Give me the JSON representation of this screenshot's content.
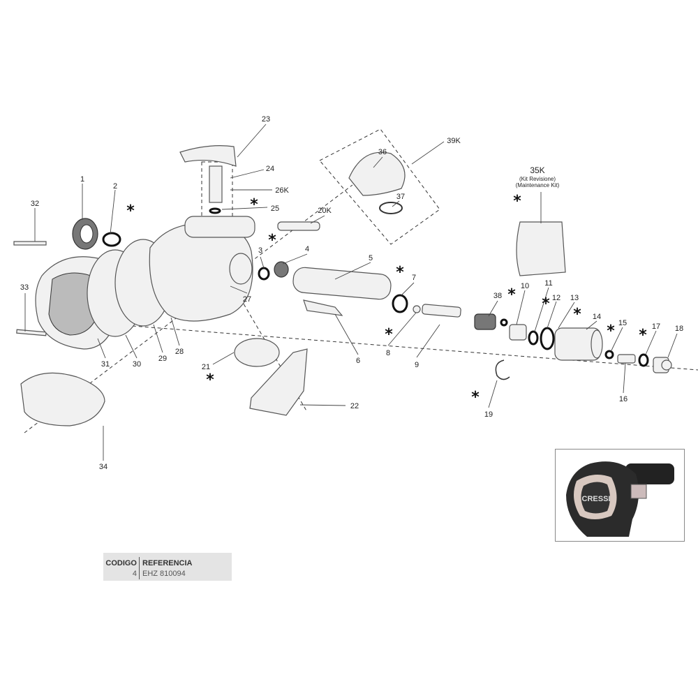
{
  "diagram": {
    "part_labels": [
      "1",
      "2",
      "3",
      "4",
      "5",
      "6",
      "7",
      "8",
      "9",
      "10",
      "11",
      "12",
      "13",
      "14",
      "15",
      "16",
      "17",
      "18",
      "19",
      "20K",
      "21",
      "22",
      "23",
      "24",
      "25",
      "26K",
      "27",
      "28",
      "29",
      "30",
      "31",
      "32",
      "33",
      "34",
      "35K",
      "36",
      "37",
      "38",
      "39K"
    ],
    "kit_note_it": "(Kit Revisione)",
    "kit_note_en": "(Maintenance Kit)",
    "asterisk": "*",
    "photo_brand": "CRESSI"
  },
  "table": {
    "headers": [
      "CODIGO",
      "REFERENCIA"
    ],
    "rows": [
      [
        "4",
        "EHZ 810094"
      ]
    ]
  }
}
